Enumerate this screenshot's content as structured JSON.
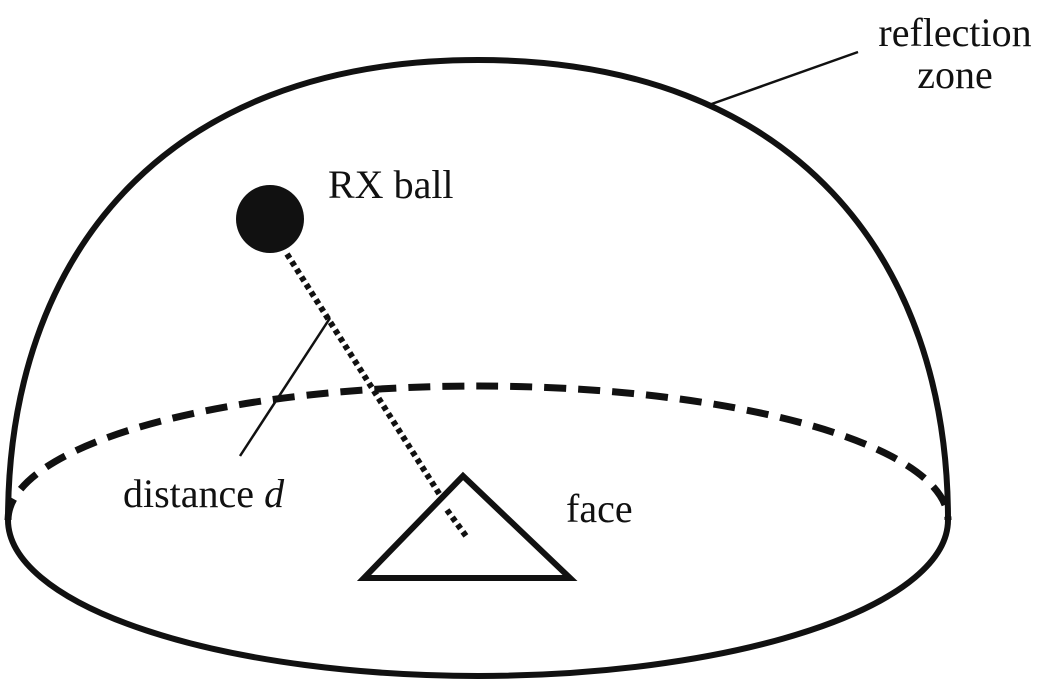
{
  "labels": {
    "reflection_zone_line1": "reflection",
    "reflection_zone_line2": "zone",
    "rx_ball": "RX ball",
    "distance_prefix": "distance ",
    "distance_var": "d",
    "face": "face"
  },
  "colors": {
    "stroke": "#111111",
    "background": "#ffffff"
  }
}
